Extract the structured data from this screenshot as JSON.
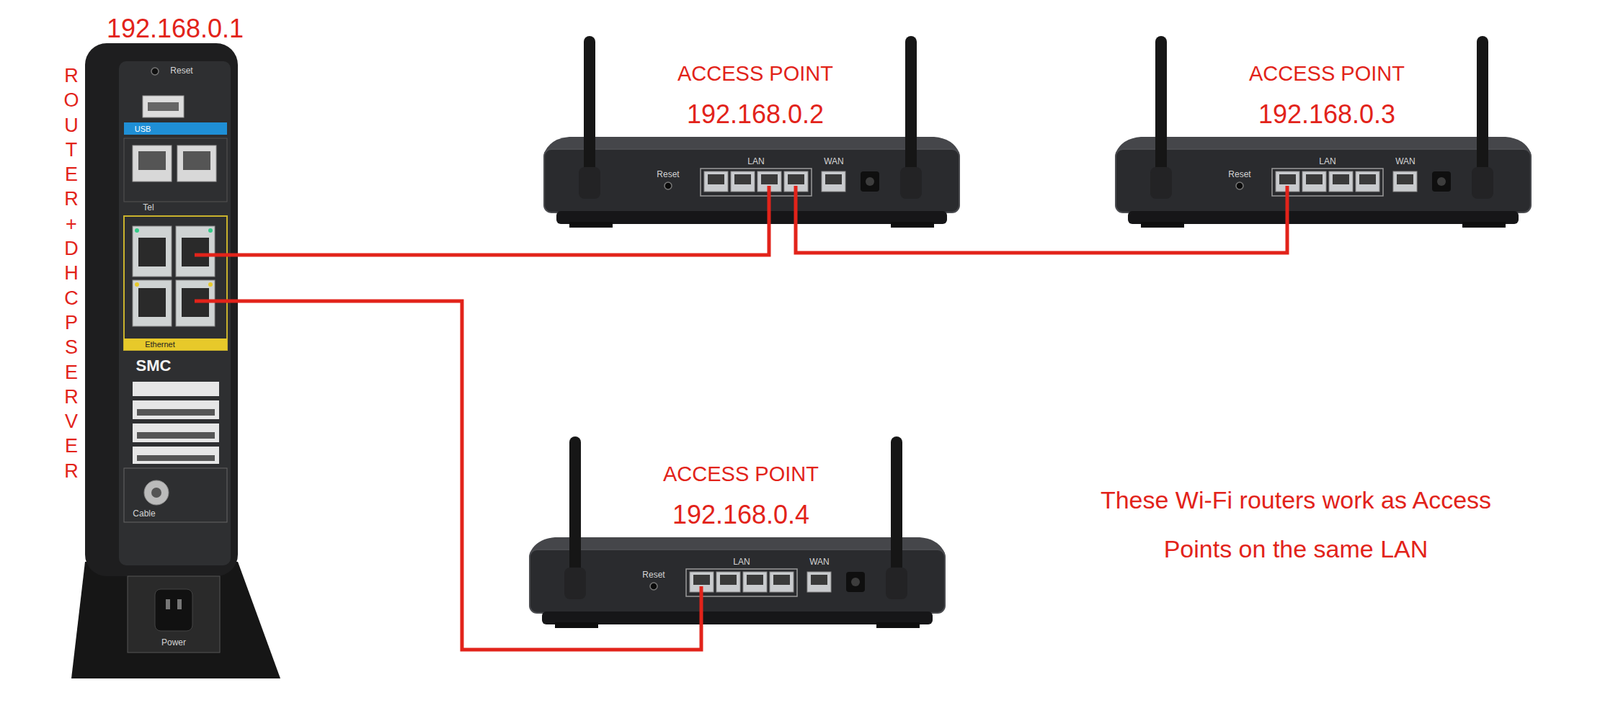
{
  "diagram": {
    "nodes": [
      {
        "text": [
          "192.168.0.1",
          "ROUTER + DHCP SERVER"
        ]
      },
      {
        "text": [
          "ACCESS POINT",
          "192.168.0.2"
        ]
      },
      {
        "text": [
          "ACCESS POINT",
          "192.168.0.3"
        ]
      },
      {
        "text": [
          "ACCESS POINT",
          "192.168.0.4"
        ]
      }
    ],
    "edges": [
      {
        "from": 0,
        "to": 1,
        "arrow": "none"
      },
      {
        "from": 1,
        "to": 2,
        "arrow": "none"
      },
      {
        "from": 0,
        "to": 3,
        "arrow": "none"
      }
    ],
    "labels": [
      "Reset",
      "USB",
      "Tel",
      "Ethernet",
      "SMC",
      "Cable",
      "Power",
      "Reset",
      "LAN",
      "WAN",
      "Reset",
      "LAN",
      "WAN",
      "Reset",
      "LAN",
      "WAN",
      "These Wi-Fi routers work as Access Points on the same LAN"
    ]
  }
}
